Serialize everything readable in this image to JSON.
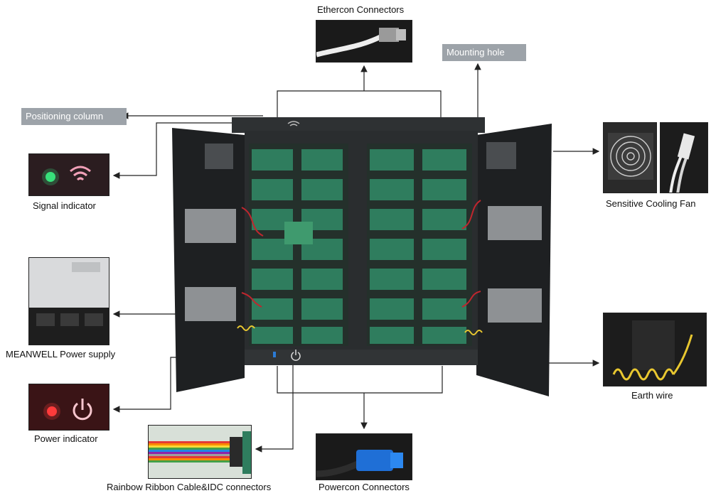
{
  "labels": {
    "ethercon": "Ethercon Connectors",
    "mounting_hole": "Mounting hole",
    "positioning_column": "Positioning column",
    "signal_indicator": "Signal indicator",
    "cooling_fan": "Sensitive Cooling Fan",
    "power_supply": "MEANWELL Power supply",
    "earth_wire": "Earth wire",
    "power_indicator": "Power indicator",
    "ribbon_cable": "Rainbow Ribbon Cable&IDC connectors",
    "powercon": "Powercon Connectors"
  },
  "colors": {
    "cabinet": "#2a2d2f",
    "module_green": "#2f7d5e",
    "signal_led": "#39e07a",
    "power_led": "#ff3b3b",
    "callout_line": "#222222",
    "tag_bg": "#9da3a9"
  },
  "icons": {
    "signal": "wifi-icon",
    "power": "power-icon"
  }
}
